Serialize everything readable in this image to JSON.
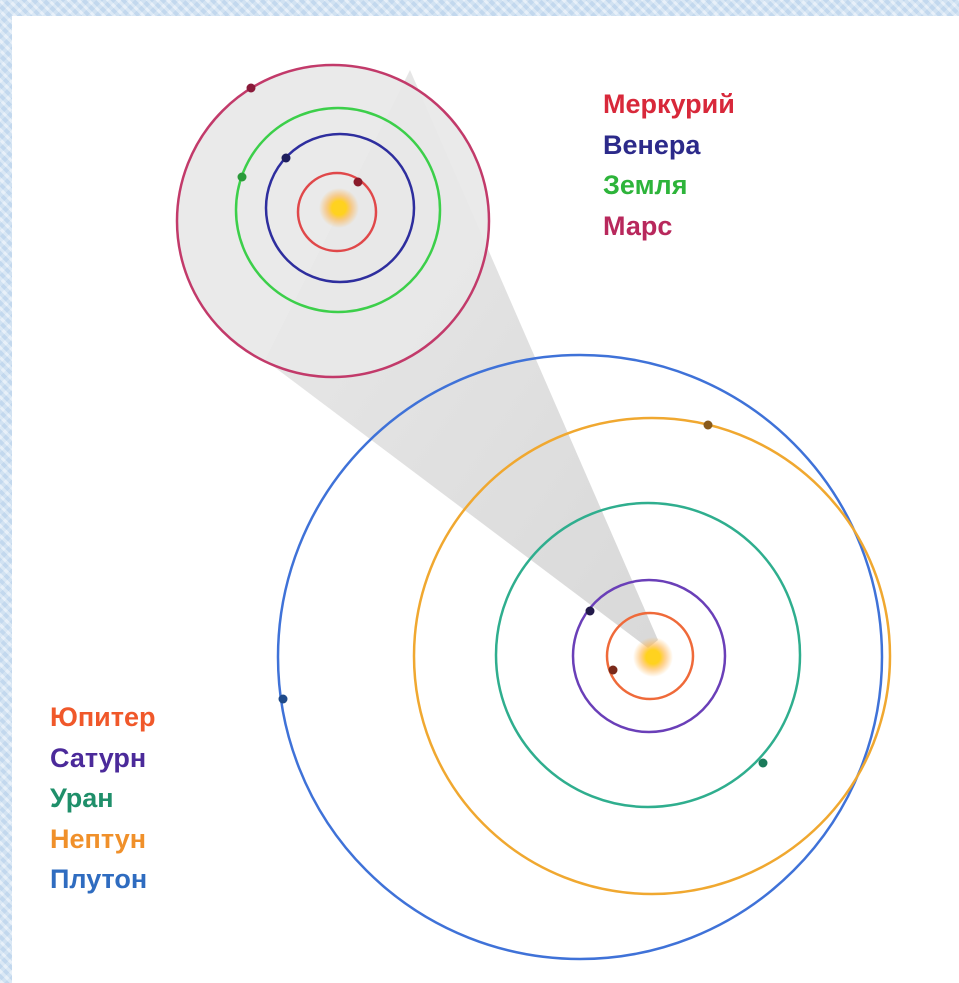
{
  "colors": {
    "background_pattern": "#cfe1f3",
    "panel": "#ffffff",
    "zoom_cone": "#d9d9d9",
    "sun_core": "#ffd21f",
    "sun_glow": "#ffb347"
  },
  "inner_legend": {
    "items": [
      {
        "label": "Меркурий",
        "color": "#d8283a"
      },
      {
        "label": "Венера",
        "color": "#2c2a8a"
      },
      {
        "label": "Земля",
        "color": "#2db43a"
      },
      {
        "label": "Марс",
        "color": "#b8285c"
      }
    ]
  },
  "outer_legend": {
    "items": [
      {
        "label": "Юпитер",
        "color": "#f0582a"
      },
      {
        "label": "Сатурн",
        "color": "#4b2a9a"
      },
      {
        "label": "Уран",
        "color": "#1f8f6a"
      },
      {
        "label": "Нептун",
        "color": "#f0902a"
      },
      {
        "label": "Плутон",
        "color": "#2f6cc0"
      }
    ]
  },
  "inner_system": {
    "orbits": [
      {
        "planet": "mercury",
        "color": "#e0484a"
      },
      {
        "planet": "venus",
        "color": "#2e2e9e"
      },
      {
        "planet": "earth",
        "color": "#3ccf4a"
      },
      {
        "planet": "mars",
        "color": "#c23a6a"
      }
    ]
  },
  "outer_system": {
    "orbits": [
      {
        "planet": "jupiter",
        "color": "#ef6a3a"
      },
      {
        "planet": "saturn",
        "color": "#6a3fb8"
      },
      {
        "planet": "uranus",
        "color": "#2fae8e"
      },
      {
        "planet": "neptune",
        "color": "#f0a830"
      },
      {
        "planet": "pluto",
        "color": "#3f72d8"
      }
    ]
  }
}
